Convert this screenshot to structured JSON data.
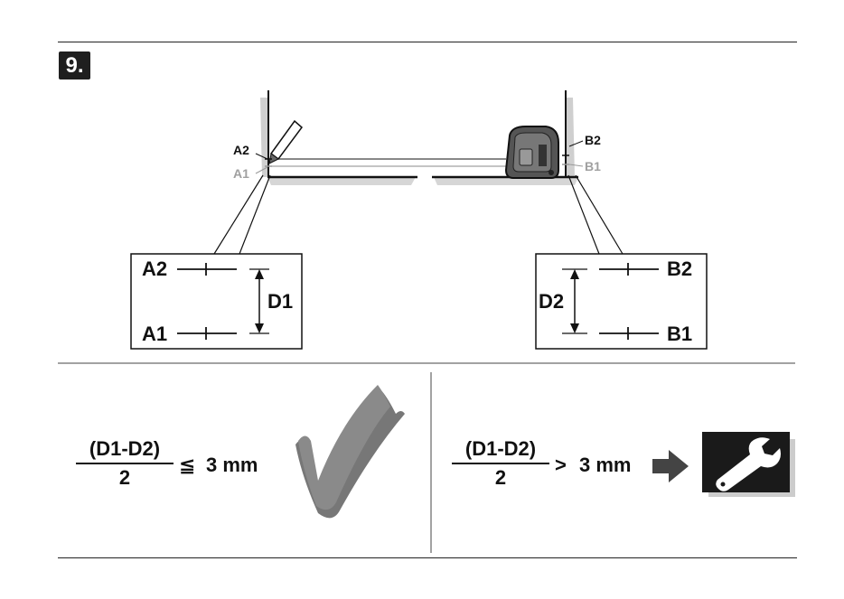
{
  "step": {
    "number": "9."
  },
  "scene": {
    "left_marks": {
      "upper": "A2",
      "lower": "A1"
    },
    "right_marks": {
      "upper": "B2",
      "lower": "B1"
    }
  },
  "detail_left": {
    "upper": "A2",
    "lower": "A1",
    "distance": "D1"
  },
  "detail_right": {
    "upper": "B2",
    "lower": "B1",
    "distance": "D2"
  },
  "result_ok": {
    "numerator": "(D1-D2)",
    "denominator": "2",
    "operator": "≦",
    "limit": "3 mm"
  },
  "result_service": {
    "numerator": "(D1-D2)",
    "denominator": "2",
    "operator": ">",
    "limit": "3 mm"
  },
  "colors": {
    "ink": "#111111",
    "grey_label": "#a0a0a0",
    "check": "#8a8a8a",
    "wall_shadow": "#cfcfcf"
  }
}
